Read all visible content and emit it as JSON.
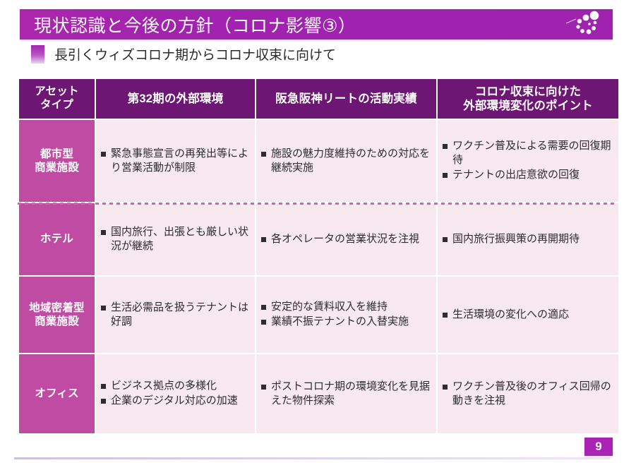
{
  "slide": {
    "title": "現状認識と今後の方針（コロナ影響③）",
    "subtitle": "長引くウィズコロナ期からコロナ収束に向けて",
    "page_number": "9",
    "colors": {
      "title_bar_start": "#ab27ad",
      "title_bar_end": "#a023b0",
      "table_header_bg": "#6d1673",
      "type_cell_bg": "#bf4ba2",
      "body_cell_bg": "#f8e8f0",
      "dotted_separator": "#e05fa8",
      "page_box_bg": "#a923b5"
    },
    "decoration_icon": "dot-swirl-icon",
    "subtitle_marker_icon": "square-marker-icon"
  },
  "table": {
    "headers": [
      "アセット\nタイプ",
      "第32期の外部環境",
      "阪急阪神リートの活動実績",
      "コロナ収束に向けた\n外部環境変化のポイント"
    ],
    "header_type_line1": "アセット",
    "header_type_line2": "タイプ",
    "header_env": "第32期の外部環境",
    "header_act": "阪急阪神リートの活動実績",
    "header_point_line1": "コロナ収束に向けた",
    "header_point_line2": "外部環境変化のポイント",
    "rows": [
      {
        "type_line1": "都市型",
        "type_line2": "商業施設",
        "env": [
          "緊急事態宣言の再発出等により営業活動が制限"
        ],
        "act": [
          "施設の魅力度維持のための対応を継続実施"
        ],
        "point": [
          "ワクチン普及による需要の回復期待",
          "テナントの出店意欲の回復"
        ]
      },
      {
        "type_line1": "ホテル",
        "type_line2": "",
        "env": [
          "国内旅行、出張とも厳しい状況が継続"
        ],
        "act": [
          "各オペレータの営業状況を注視"
        ],
        "point": [
          "国内旅行振興策の再開期待"
        ]
      },
      {
        "type_line1": "地域密着型",
        "type_line2": "商業施設",
        "env": [
          "生活必需品を扱うテナントは好調"
        ],
        "act": [
          "安定的な賃料収入を維持",
          "業績不振テナントの入替実施"
        ],
        "point": [
          "生活環境の変化への適応"
        ]
      },
      {
        "type_line1": "オフィス",
        "type_line2": "",
        "env": [
          "ビジネス拠点の多様化",
          "企業のデジタル対応の加速"
        ],
        "act": [
          "ポストコロナ期の環境変化を見据えた物件探索"
        ],
        "point": [
          "ワクチン普及後のオフィス回帰の動きを注視"
        ]
      }
    ]
  }
}
